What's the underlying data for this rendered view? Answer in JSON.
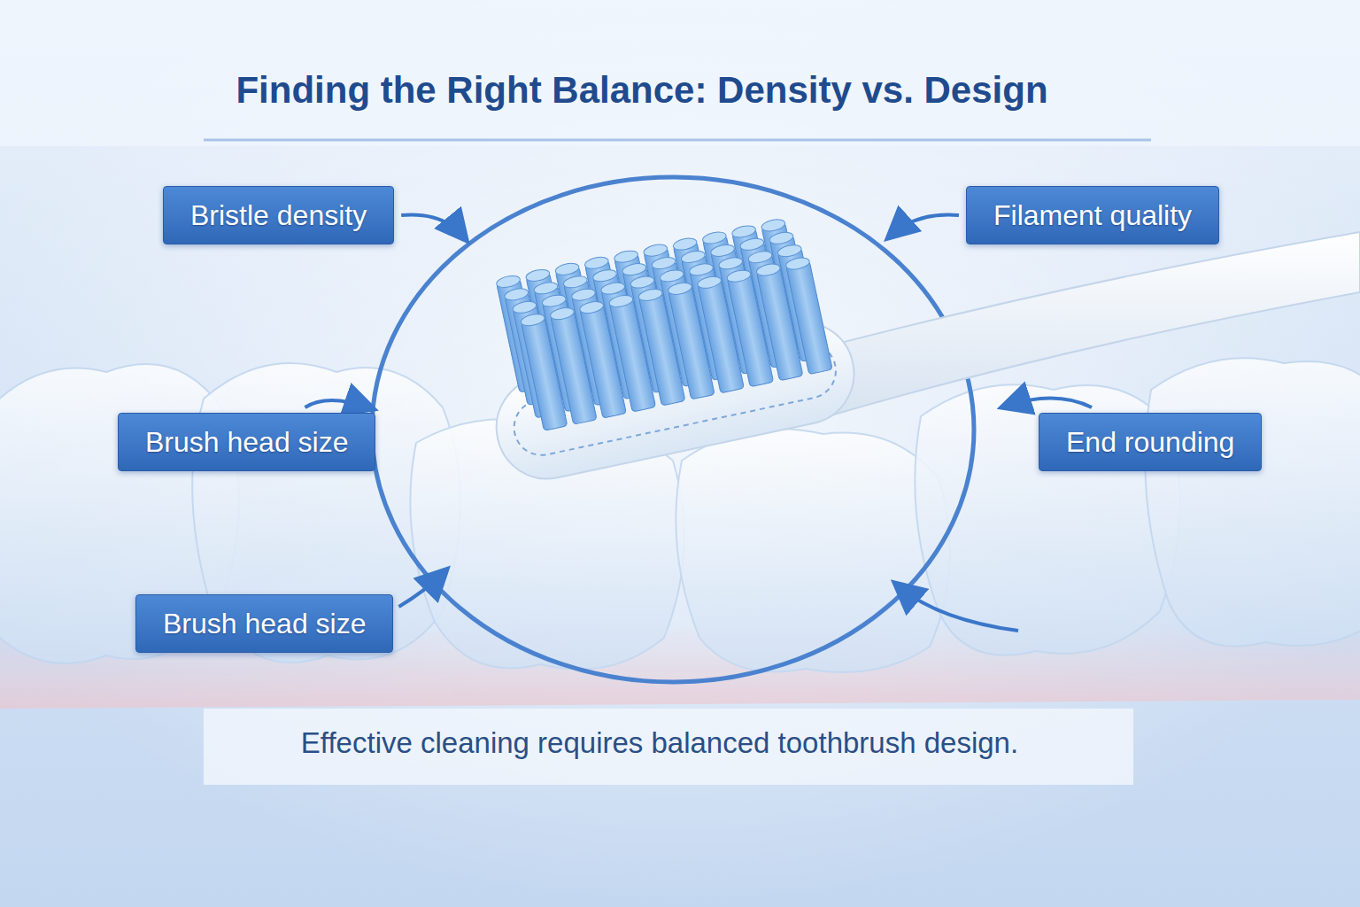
{
  "diagram": {
    "title": "Finding the Right Balance: Density vs. Design",
    "caption": "Effective cleaning requires balanced toothbrush design.",
    "nodes": [
      {
        "text": [
          "Bristle density"
        ]
      },
      {
        "text": [
          "Filament quality"
        ]
      },
      {
        "text": [
          "Brush head size"
        ]
      },
      {
        "text": [
          "End rounding"
        ]
      },
      {
        "text": [
          "Brush head size"
        ]
      }
    ]
  }
}
